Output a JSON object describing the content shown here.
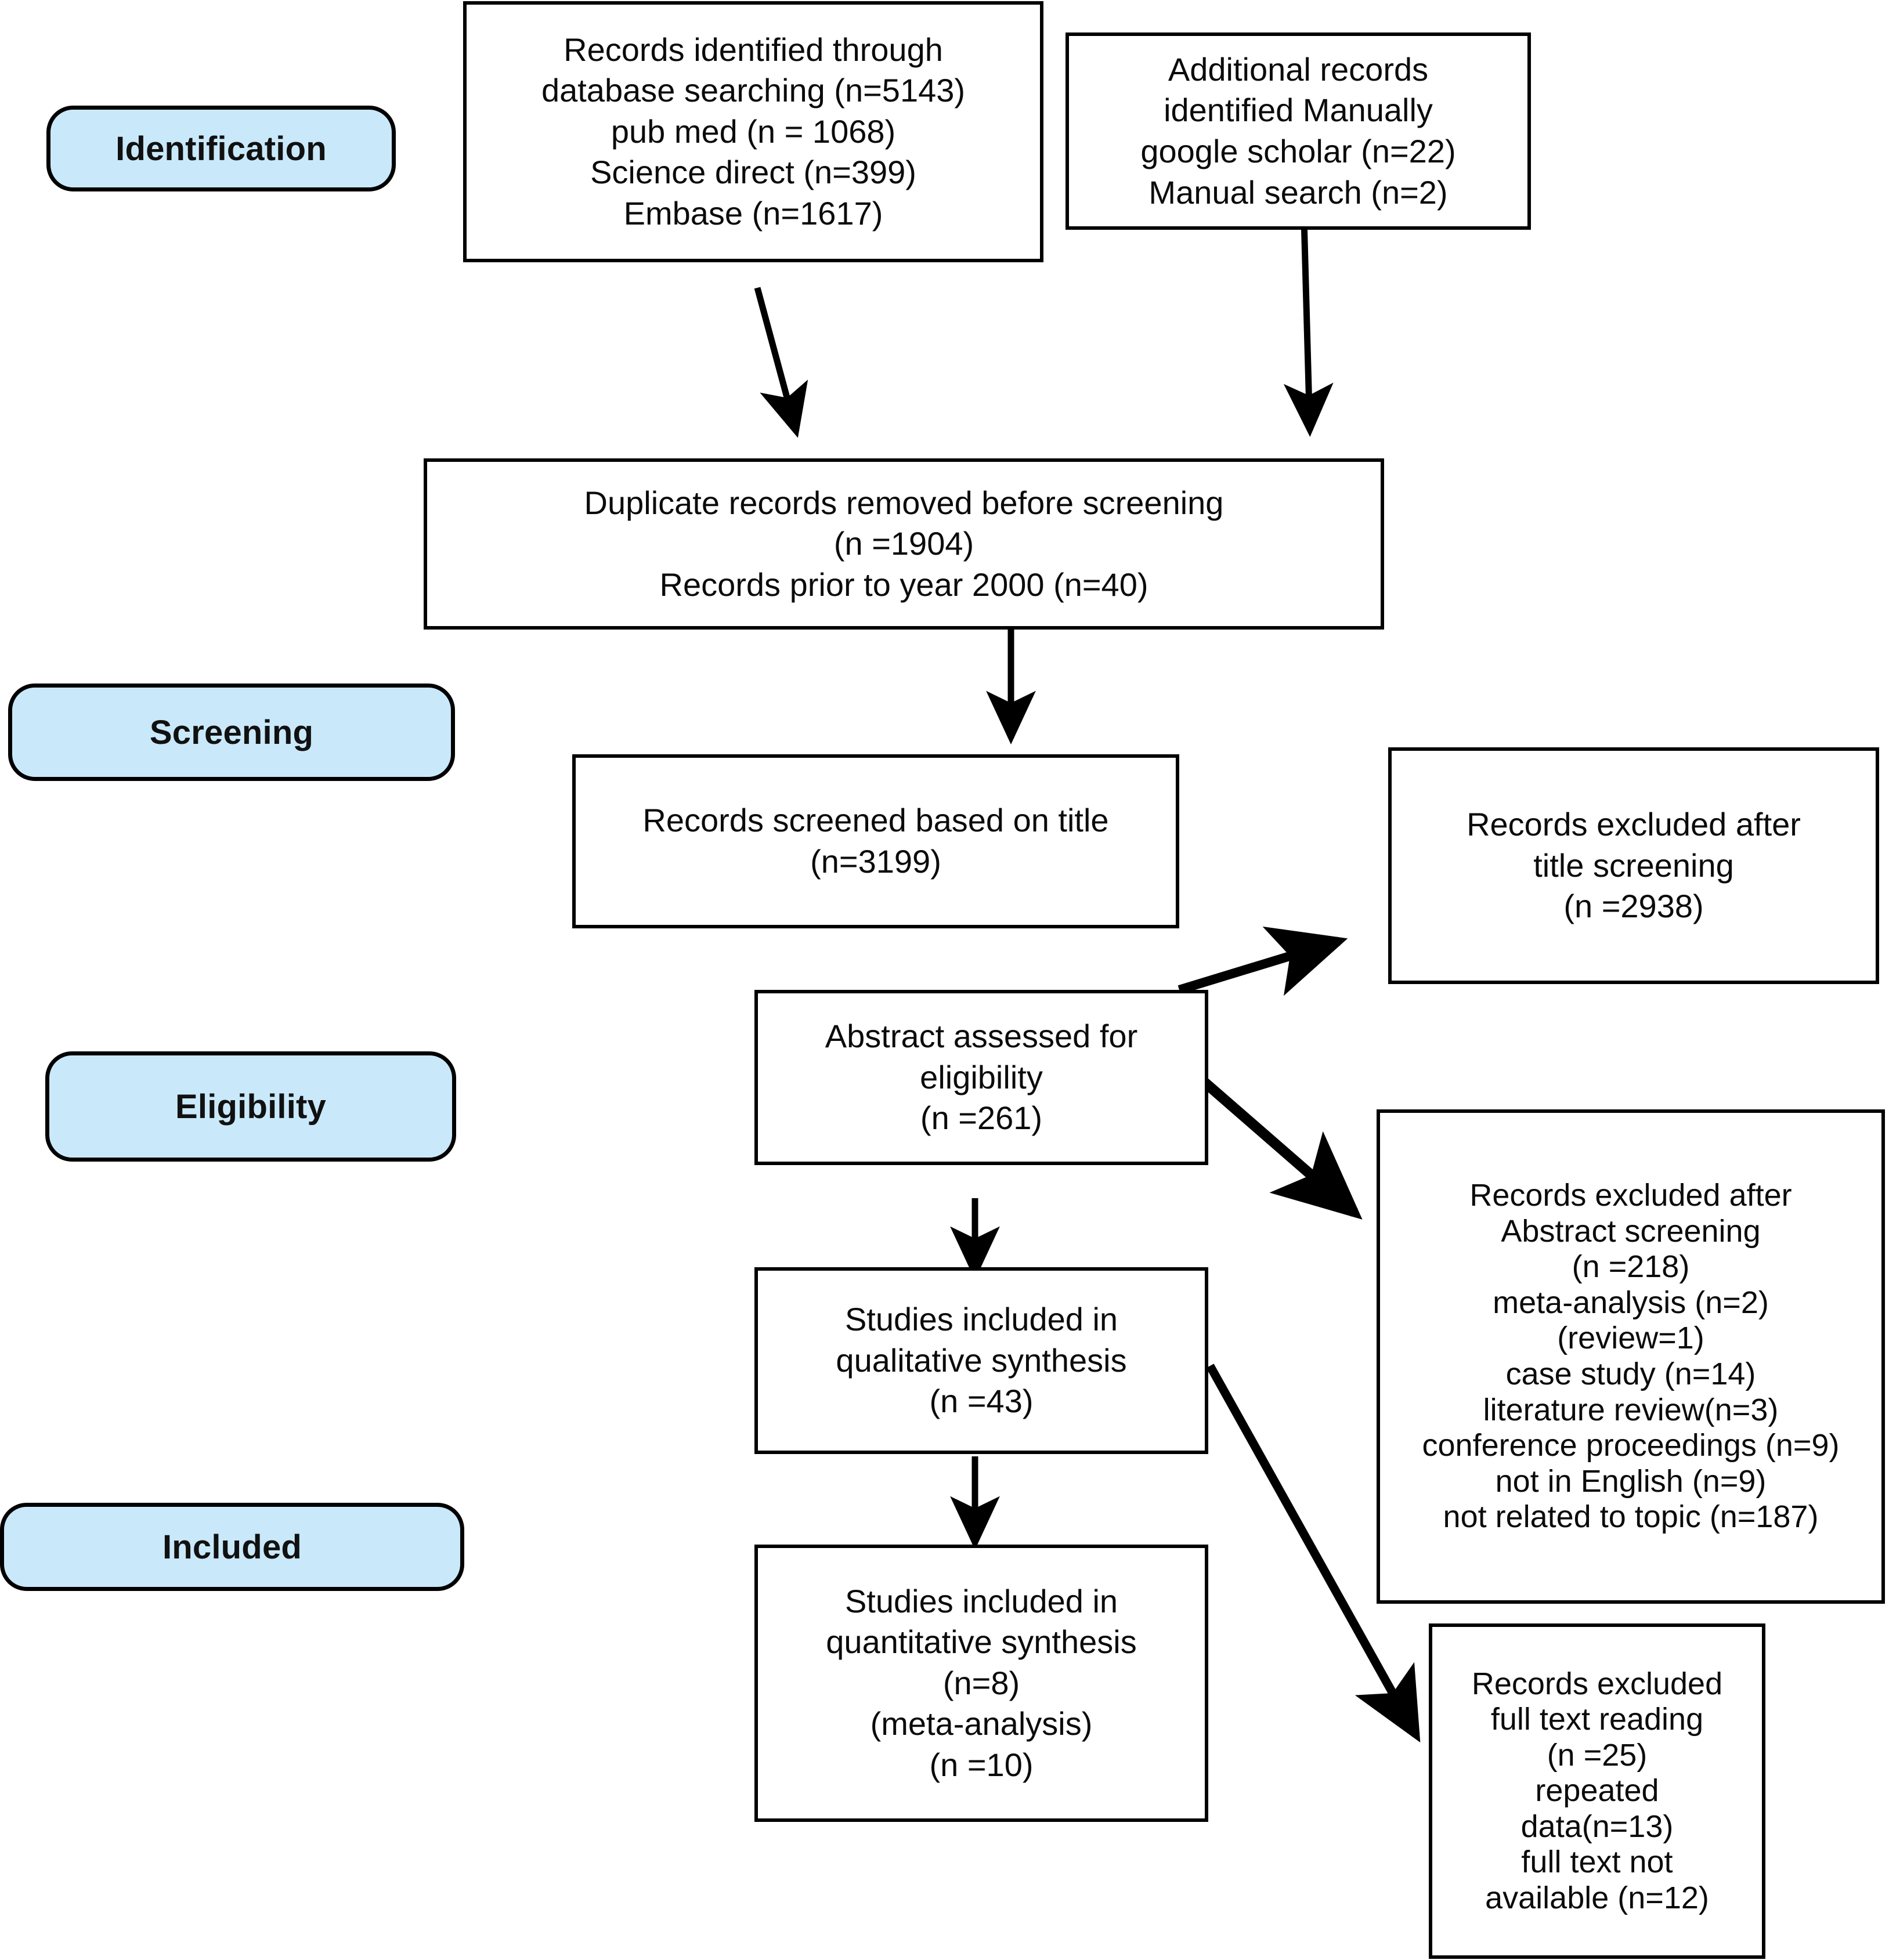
{
  "diagram": {
    "type": "prisma-flow-diagram",
    "accent_color": "#c9e9fb",
    "border_color": "#000000",
    "background": "#ffffff"
  },
  "stages": [
    {
      "id": "identification",
      "label": "Identification"
    },
    {
      "id": "screening",
      "label": "Screening"
    },
    {
      "id": "eligibility",
      "label": "Eligibility"
    },
    {
      "id": "included",
      "label": "Included"
    }
  ],
  "boxes": {
    "database_search": {
      "lines": [
        "Records identified through",
        "database searching (n=5143)",
        "pub med (n = 1068)",
        "Science direct (n=399)",
        "Embase (n=1617)"
      ]
    },
    "manual_search": {
      "lines": [
        "Additional records",
        "identified Manually",
        "google scholar (n=22)",
        "Manual search (n=2)"
      ]
    },
    "duplicates_removed": {
      "lines": [
        "Duplicate records removed before screening",
        "(n =1904)",
        "Records prior to year 2000 (n=40)"
      ]
    },
    "title_screened": {
      "lines": [
        "Records screened based on title",
        "(n=3199)"
      ]
    },
    "title_excluded": {
      "lines": [
        "Records excluded after",
        "title screening",
        "(n =2938)"
      ]
    },
    "abstract_assessed": {
      "lines": [
        "Abstract assessed for",
        "eligibility",
        "(n =261)"
      ]
    },
    "abstract_excluded": {
      "lines": [
        "Records excluded after",
        "Abstract screening",
        "(n =218)",
        "meta-analysis (n=2)",
        "(review=1)",
        "case study (n=14)",
        "literature review(n=3)",
        "conference proceedings (n=9)",
        "not in English (n=9)",
        "not related to topic (n=187)"
      ]
    },
    "qualitative_synthesis": {
      "lines": [
        "Studies included in",
        "qualitative synthesis",
        "(n =43)"
      ]
    },
    "quantitative_synthesis": {
      "lines": [
        "Studies included in",
        "quantitative synthesis",
        "(n=8)",
        "(meta-analysis)",
        "(n =10)"
      ]
    },
    "fulltext_excluded": {
      "lines": [
        "Records excluded",
        "full text reading",
        "(n =25)",
        "repeated",
        "data(n=13)",
        "full text not",
        "available (n=12)"
      ]
    }
  }
}
